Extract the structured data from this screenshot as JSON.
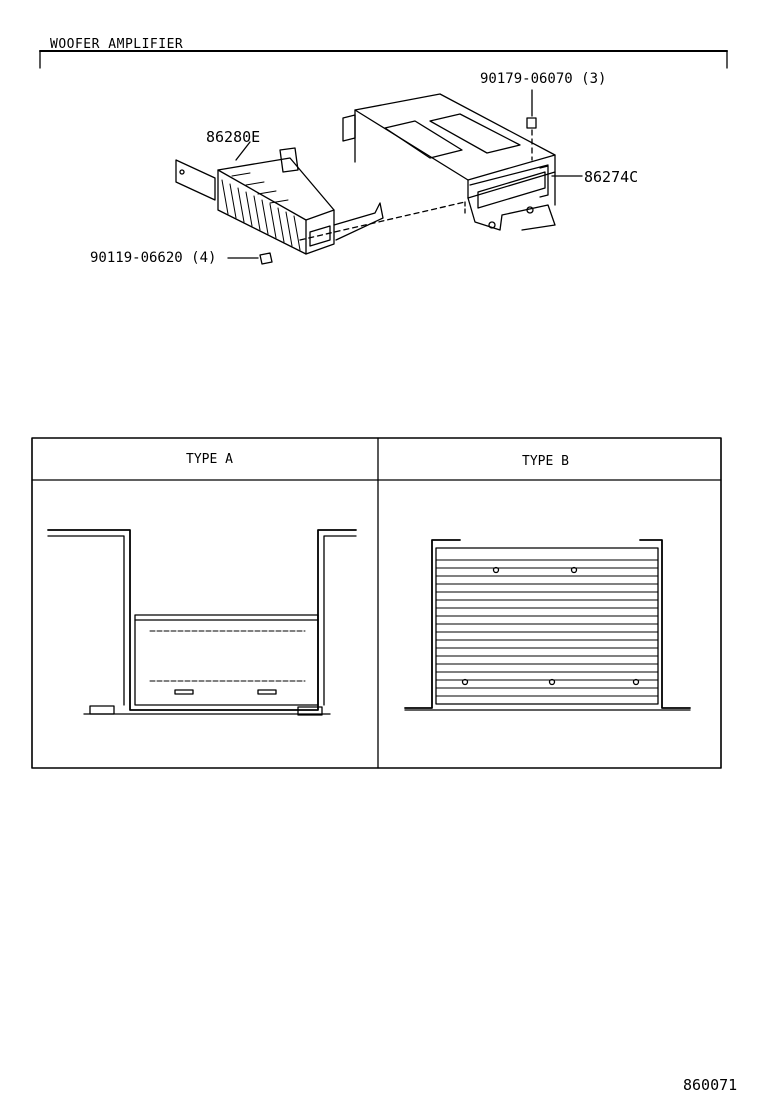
{
  "header": {
    "title": "WOOFER AMPLIFIER"
  },
  "callouts": {
    "amplifier": "86280E",
    "nut": "90179-06070 (3)",
    "bracket": "86274C",
    "bolt": "90119-06620 (4)"
  },
  "types": {
    "a": "TYPE A",
    "b": "TYPE B"
  },
  "illustration_code": "860071"
}
